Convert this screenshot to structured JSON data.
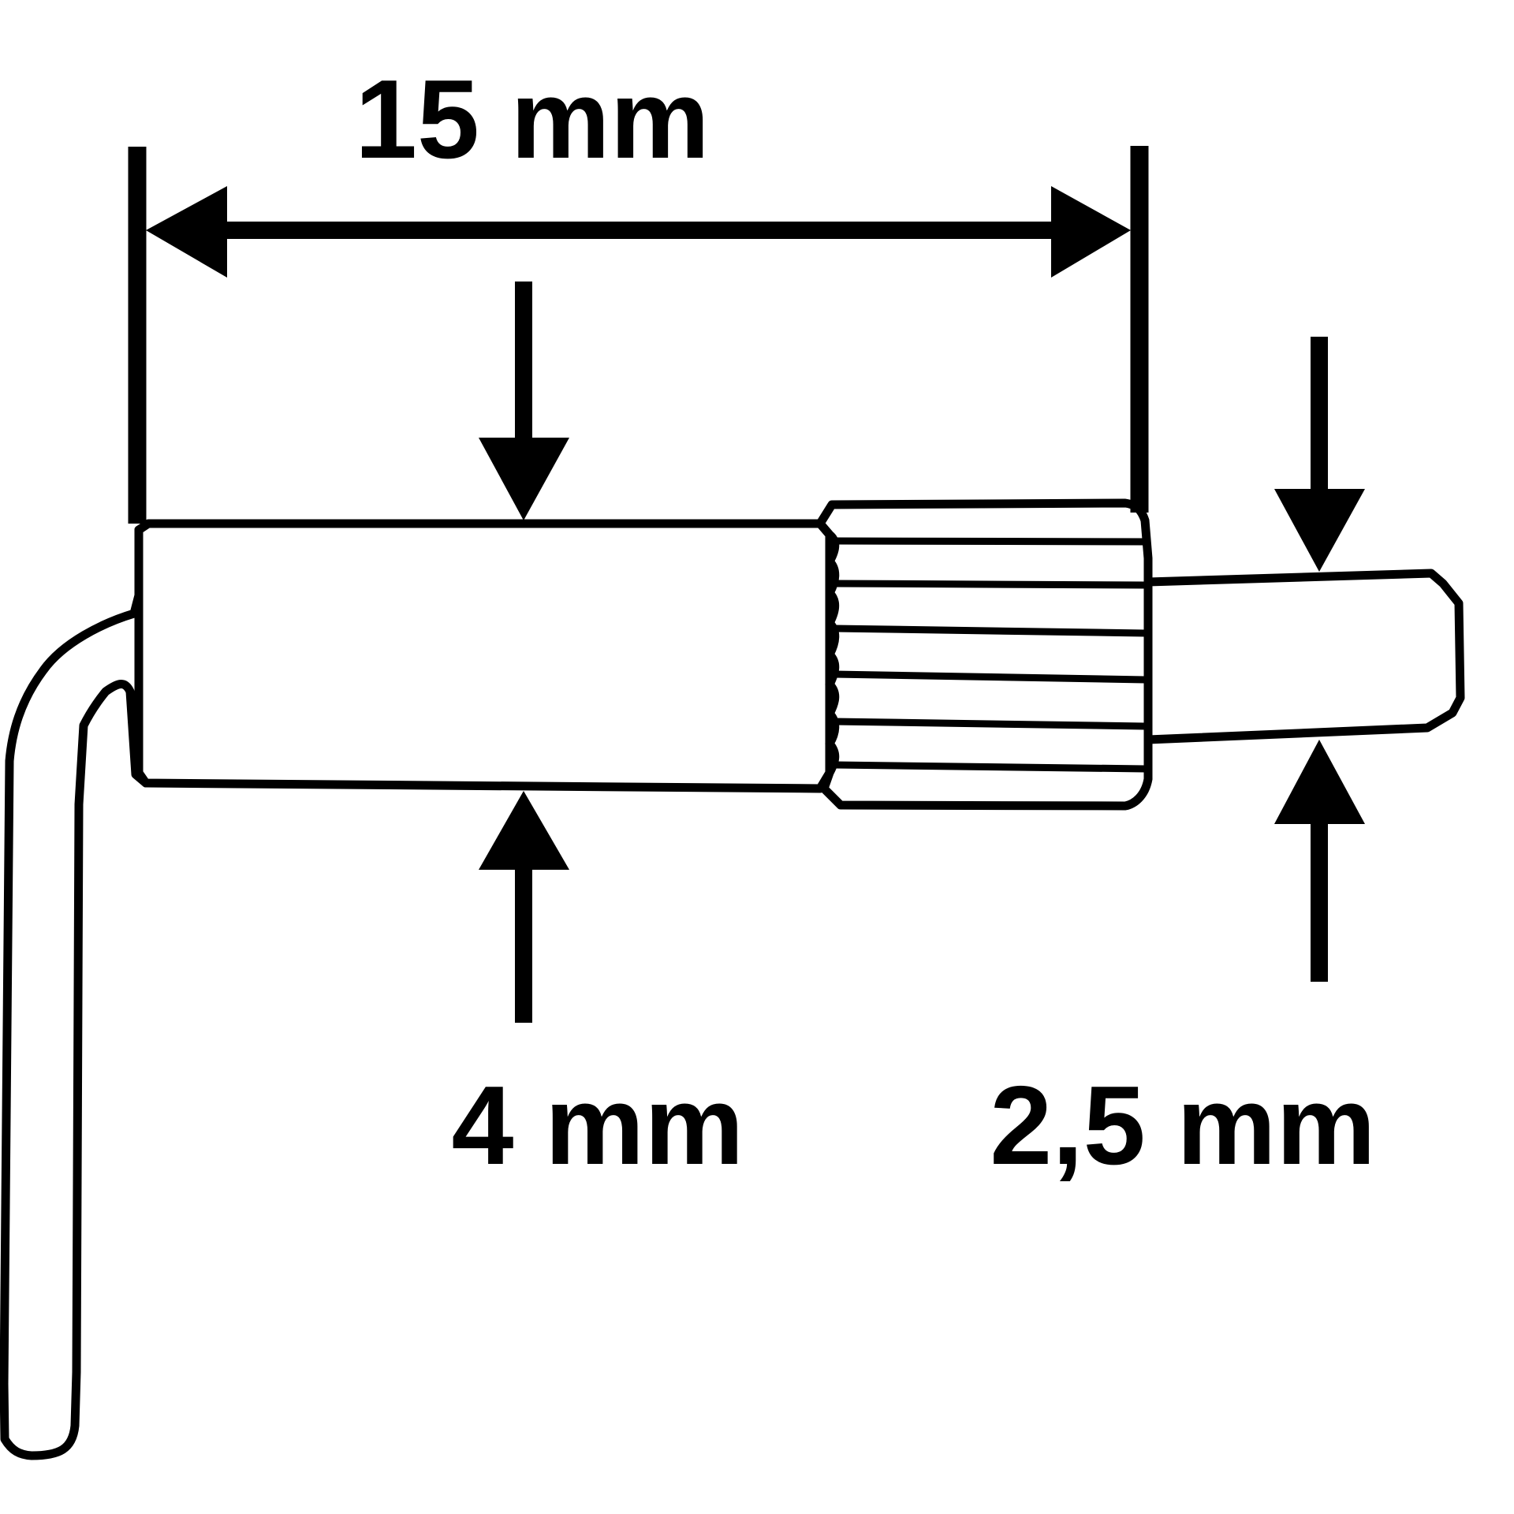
{
  "diagram": {
    "dimensions": {
      "length": {
        "label": "15 mm"
      },
      "outer_diameter": {
        "label": "4 mm"
      },
      "pin_diameter": {
        "label": "2,5 mm"
      }
    },
    "colors": {
      "stroke": "#000000",
      "background": "#ffffff"
    }
  }
}
